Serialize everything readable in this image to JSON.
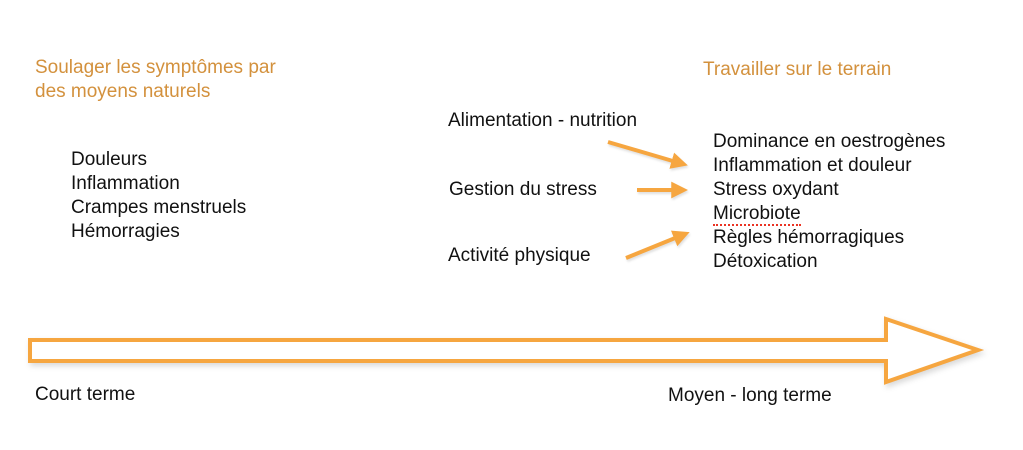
{
  "left": {
    "heading": "Soulager les symptômes par des moyens naturels",
    "symptoms": [
      "Douleurs",
      "Inflammation",
      "Crampes menstruels",
      "Hémorragies"
    ],
    "timeline_label": "Court terme"
  },
  "middle": {
    "levers": [
      "Alimentation - nutrition",
      "Gestion du stress",
      "Activité physique"
    ]
  },
  "right": {
    "heading": "Travailler sur le terrain",
    "targets": [
      "Dominance en oestrogènes",
      "Inflammation et douleur",
      "Stress oxydant",
      "Microbiote",
      "Règles hémorragiques",
      "Détoxication"
    ],
    "timeline_label": "Moyen - long terme"
  },
  "colors": {
    "heading_orange": "#D3913D",
    "arrow_orange": "#F6A640",
    "text_black": "#111111",
    "spellcheck_red": "#EA3323",
    "background": "#FFFFFF"
  },
  "icons": {
    "connector_arrow": "right-arrow-icon",
    "timeline_arrow": "big-right-arrow-icon"
  }
}
